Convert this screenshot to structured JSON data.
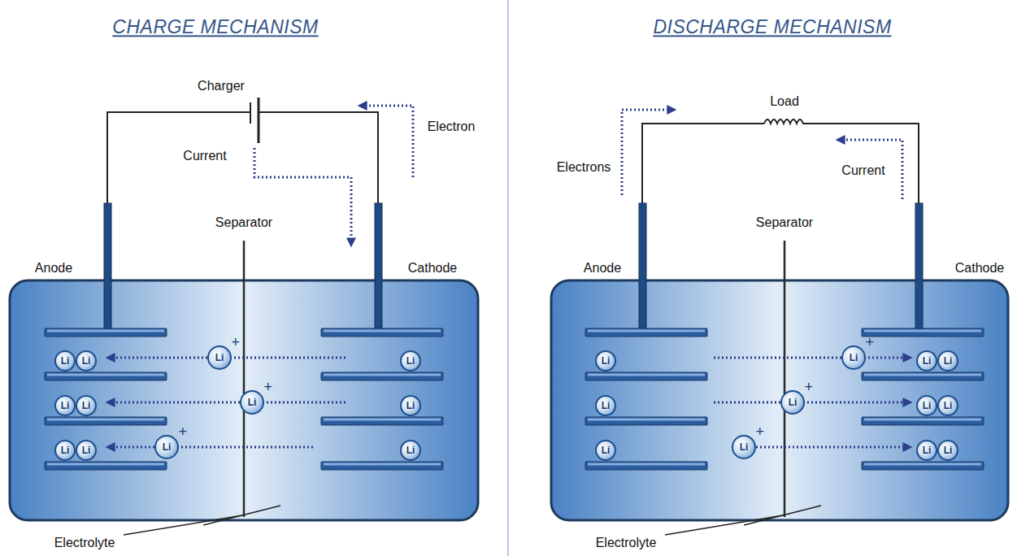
{
  "diagram": {
    "nodes": [
      {
        "text": [
          "Li"
        ]
      },
      {
        "text": [
          "Li"
        ]
      },
      {
        "text": [
          "Li"
        ]
      },
      {
        "text": [
          "Li"
        ]
      },
      {
        "text": [
          "Li"
        ]
      },
      {
        "text": [
          "Li"
        ]
      },
      {
        "text": [
          "Li",
          "+"
        ]
      },
      {
        "text": [
          "Li",
          "+"
        ]
      },
      {
        "text": [
          "Li",
          "+"
        ]
      },
      {
        "text": [
          "Li"
        ]
      },
      {
        "text": [
          "Li"
        ]
      },
      {
        "text": [
          "Li"
        ]
      },
      {
        "text": [
          "Li"
        ]
      },
      {
        "text": [
          "Li"
        ]
      },
      {
        "text": [
          "Li"
        ]
      },
      {
        "text": [
          "Li",
          "+"
        ]
      },
      {
        "text": [
          "Li",
          "+"
        ]
      },
      {
        "text": [
          "Li",
          "+"
        ]
      },
      {
        "text": [
          "Li"
        ]
      },
      {
        "text": [
          "Li"
        ]
      },
      {
        "text": [
          "Li"
        ]
      },
      {
        "text": [
          "Li"
        ]
      },
      {
        "text": [
          "Li"
        ]
      },
      {
        "text": [
          "Li"
        ]
      }
    ],
    "labels": [
      "CHARGE MECHANISM",
      "DISCHARGE MECHANISM",
      "Charger",
      "Current",
      "Electron",
      "Separator",
      "Anode",
      "Cathode",
      "Electrolyte",
      "Load",
      "Electrons",
      "Current",
      "Separator",
      "Anode",
      "Cathode",
      "Electrolyte"
    ]
  }
}
